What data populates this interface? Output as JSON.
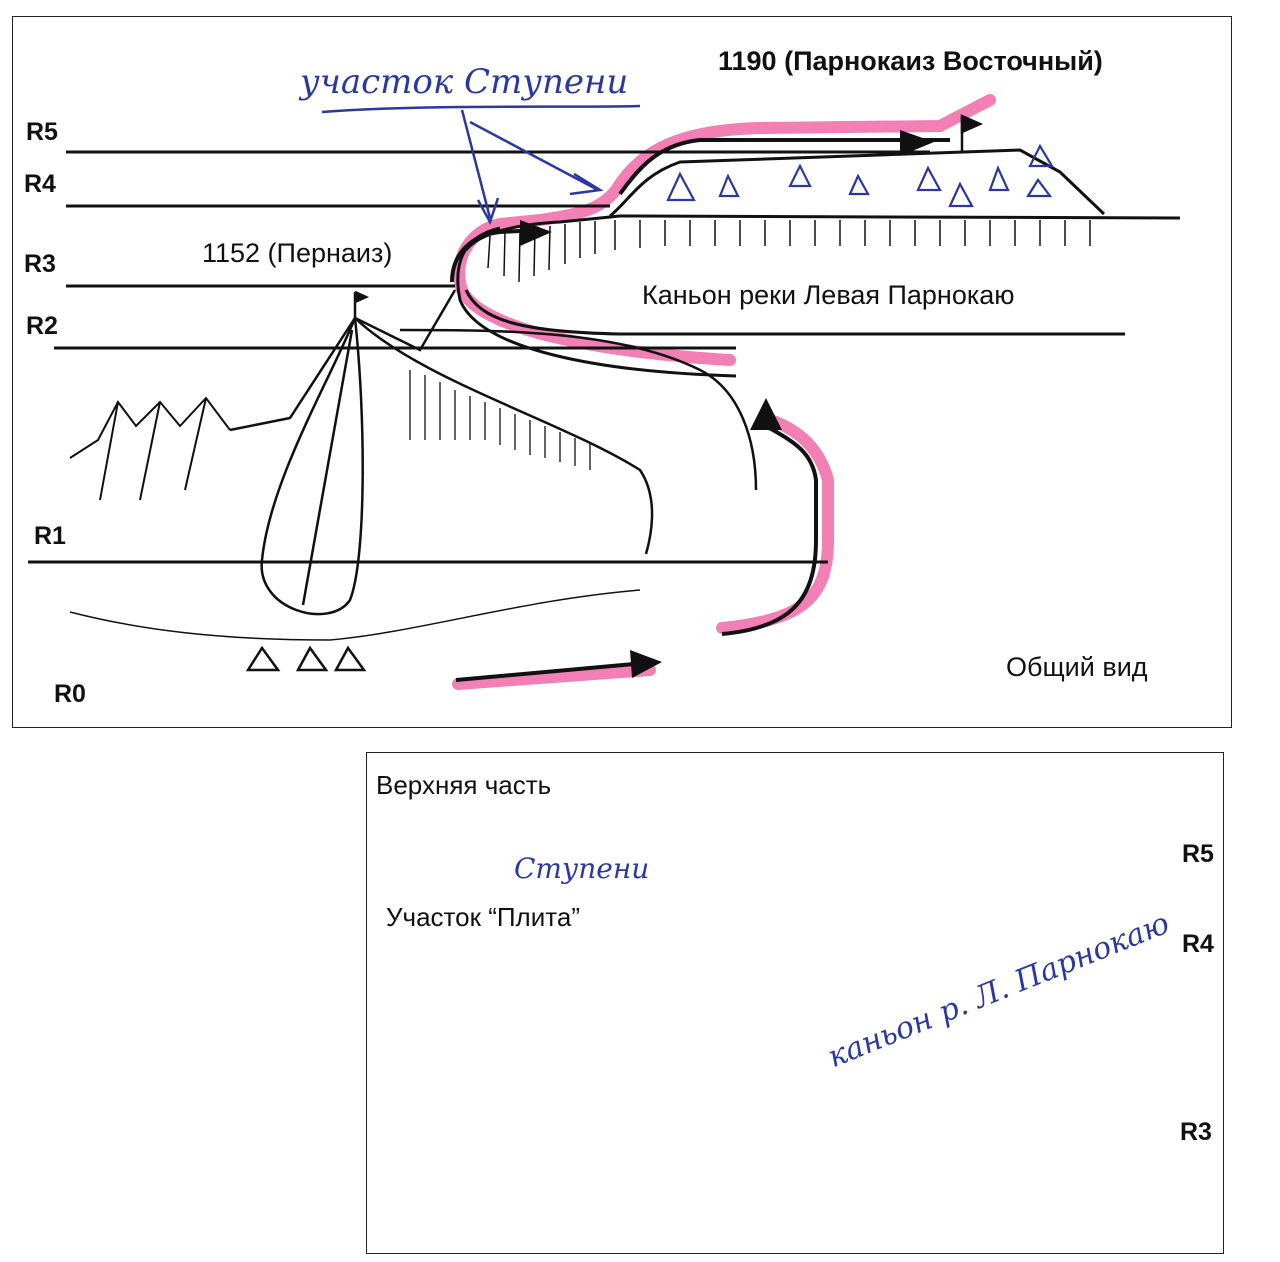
{
  "top_panel": {
    "title": "1190 (Парнокаиз Восточный)",
    "handwritten_label": "участок Ступени",
    "peak_label": "1152 (Пернаиз)",
    "canyon_label": "Каньон реки Левая Парнокаю",
    "view_label": "Общий вид",
    "levels": [
      "R5",
      "R4",
      "R3",
      "R2",
      "R1",
      "R0"
    ]
  },
  "bottom_panel": {
    "title": "Верхняя часть",
    "handwritten_steps": "Ступени",
    "section_label": "Участок “Плита”",
    "handwritten_canyon": "каньон р. Л. Парнокаю",
    "levels": [
      "R5",
      "R4",
      "R3"
    ]
  },
  "colors": {
    "ink": "#111111",
    "route_highlight": "#f06aa8",
    "handwriting": "#2a38a0"
  }
}
